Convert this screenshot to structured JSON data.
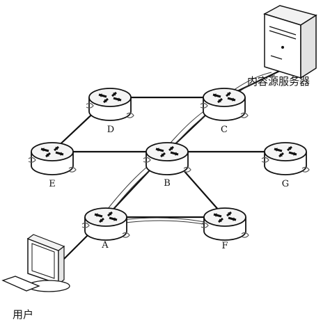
{
  "nodes": {
    "A": {
      "label": "A"
    },
    "B": {
      "label": "B"
    },
    "C": {
      "label": "C"
    },
    "D": {
      "label": "D"
    },
    "E": {
      "label": "E"
    },
    "F": {
      "label": "F"
    },
    "G": {
      "label": "G"
    }
  },
  "server": {
    "label": "内容源服务器"
  },
  "user": {
    "label": "用户"
  },
  "links": [
    [
      "D",
      "C"
    ],
    [
      "D",
      "E"
    ],
    [
      "E",
      "B"
    ],
    [
      "C",
      "B"
    ],
    [
      "B",
      "G"
    ],
    [
      "B",
      "A"
    ],
    [
      "B",
      "F"
    ],
    [
      "A",
      "F"
    ],
    [
      "C",
      "server"
    ],
    [
      "A",
      "user"
    ]
  ],
  "paths": [
    {
      "hops": [
        "server",
        "C",
        "B",
        "A",
        "F"
      ]
    }
  ],
  "colors": {
    "line": "#111111",
    "router_body": "#ffffff",
    "router_top": "#f4f4f4",
    "path": "#333333"
  }
}
